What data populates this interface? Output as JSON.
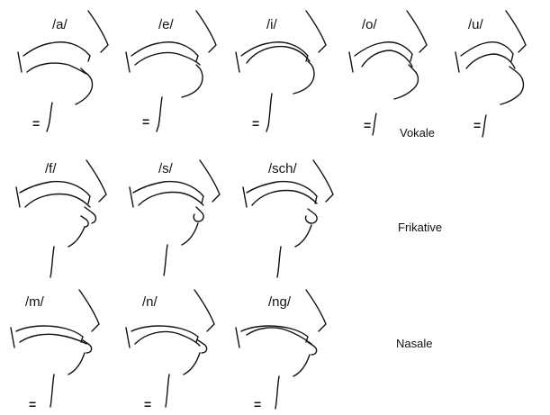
{
  "rows": [
    {
      "group": "Vokale",
      "items": [
        {
          "label": "/a/",
          "mark": "="
        },
        {
          "label": "/e/",
          "mark": "="
        },
        {
          "label": "/i/",
          "mark": "="
        },
        {
          "label": "/o/",
          "mark": "="
        },
        {
          "label": "/u/",
          "mark": "="
        }
      ]
    },
    {
      "group": "Frikative",
      "items": [
        {
          "label": "/f/",
          "mark": ""
        },
        {
          "label": "/s/",
          "mark": ""
        },
        {
          "label": "/sch/",
          "mark": ""
        }
      ]
    },
    {
      "group": "Nasale",
      "items": [
        {
          "label": "/m/",
          "mark": "="
        },
        {
          "label": "/n/",
          "mark": "="
        },
        {
          "label": "/ng/",
          "mark": "="
        }
      ]
    }
  ]
}
